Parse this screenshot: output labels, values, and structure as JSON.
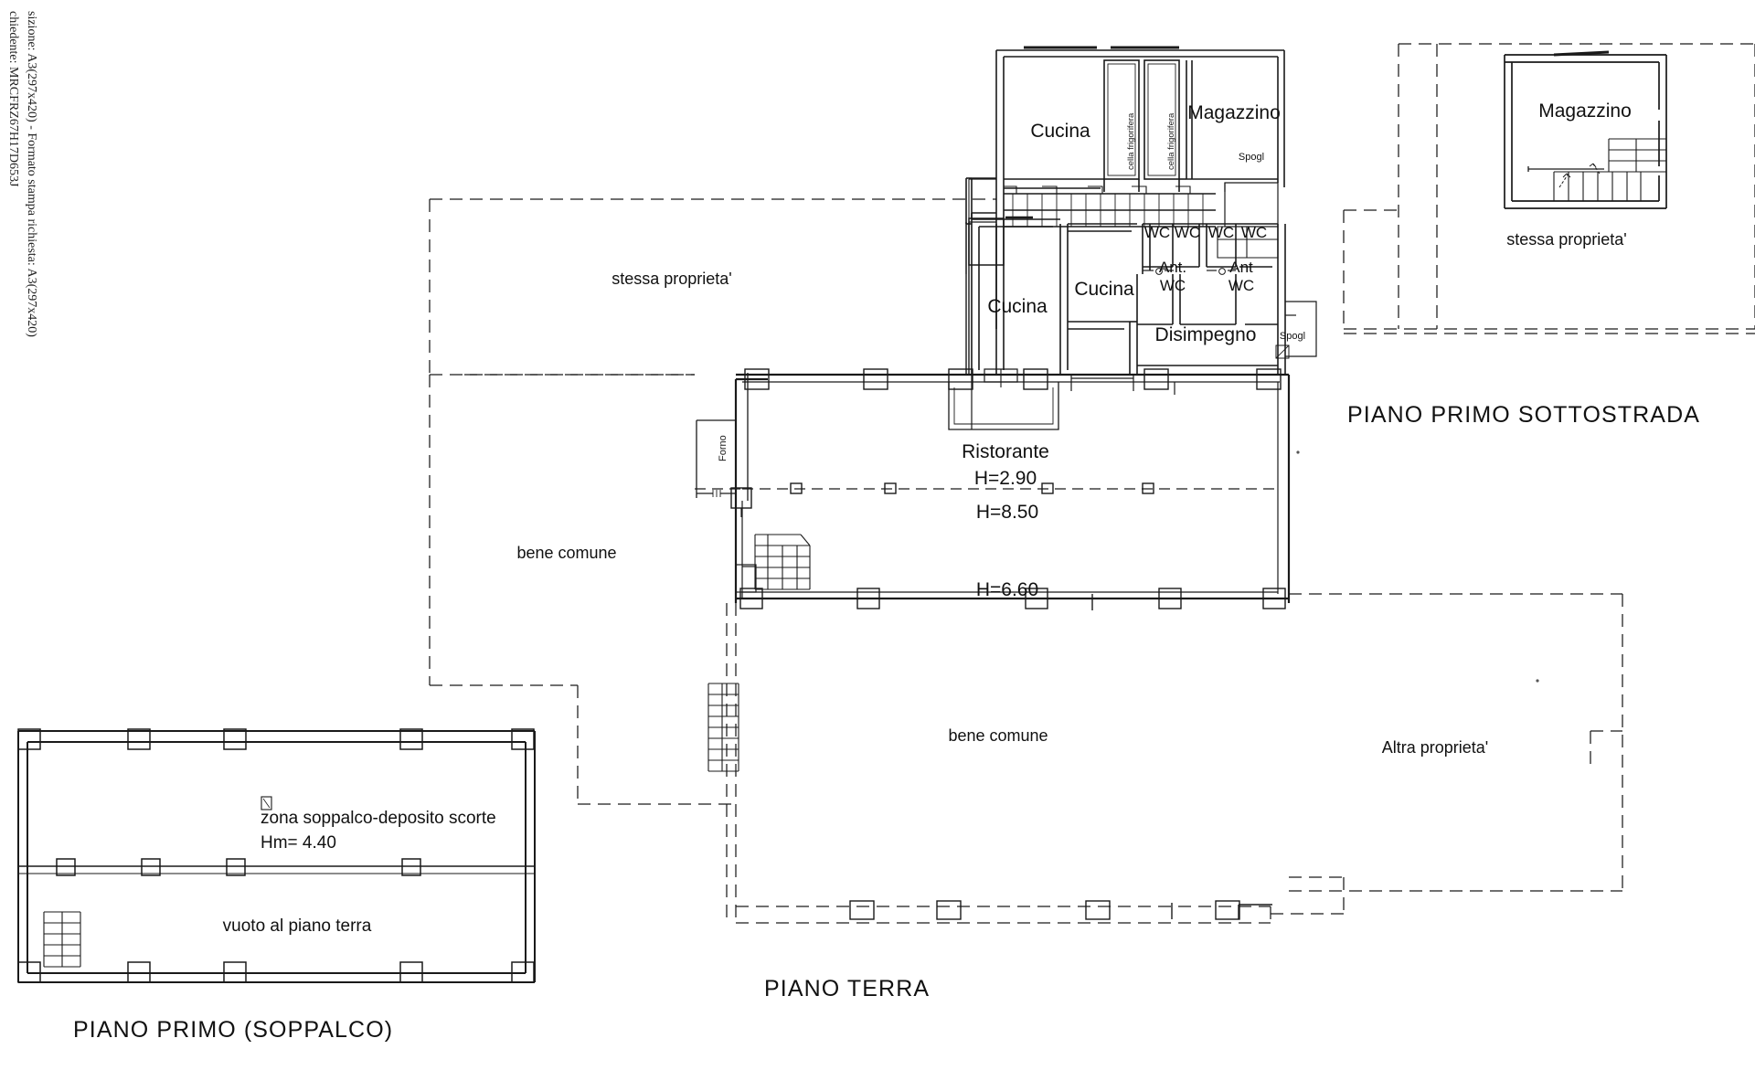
{
  "document": {
    "type": "architectural-floor-plan",
    "margin_text_line1": "chiedente: MRCFRZ67H17D653J",
    "margin_text_line2": "sizione: A3(297x420) - Formato stampa richiesta: A3(297x420)"
  },
  "plans": [
    {
      "id": "piano-terra",
      "title": "PIANO TERRA"
    },
    {
      "id": "piano-primo-sottostrada",
      "title": "PIANO PRIMO SOTTOSTRADA"
    },
    {
      "id": "piano-primo-soppalco",
      "title": "PIANO PRIMO (SOPPALCO)"
    }
  ],
  "piano_terra": {
    "rooms": {
      "cucina_top": "Cucina",
      "cucina_mid_left": "Cucina",
      "cucina_mid_right": "Cucina",
      "magazzino": "Magazzino",
      "cella_frigorifera_1": "cella frigorifera",
      "cella_frigorifera_2": "cella frigorifera",
      "spogliatoio_top": "Spogl",
      "spogliatoio_bottom": "Spogl",
      "disimpegno": "Disimpegno",
      "ant_wc_left_line1": "Ant.",
      "ant_wc_left_line2": "WC",
      "ant_wc_right_line1": "Ant",
      "ant_wc_right_line2": "WC",
      "wc_1": "WC",
      "wc_2": "WC",
      "wc_3": "WC",
      "wc_4": "WC",
      "forno": "Forno",
      "ristorante": "Ristorante"
    },
    "heights": {
      "ristorante_h": "H=2.90",
      "mid_h": "H=8.50",
      "lower_h": "H=6.60"
    },
    "areas": {
      "stessa_proprieta": "stessa proprieta'",
      "bene_comune_left": "bene comune",
      "bene_comune_bottom": "bene comune",
      "altra_proprieta": "Altra proprieta'"
    }
  },
  "piano_primo_sottostrada": {
    "rooms": {
      "magazzino": "Magazzino"
    },
    "areas": {
      "stessa_proprieta": "stessa proprieta'"
    }
  },
  "piano_primo_soppalco": {
    "labels": {
      "zona_line1": "zona soppalco-deposito scorte",
      "zona_line2": "Hm= 4.40",
      "vuoto": "vuoto al piano terra"
    }
  },
  "style": {
    "ink": "#111111",
    "wall": "#1a1a1a",
    "paper": "#ffffff"
  }
}
